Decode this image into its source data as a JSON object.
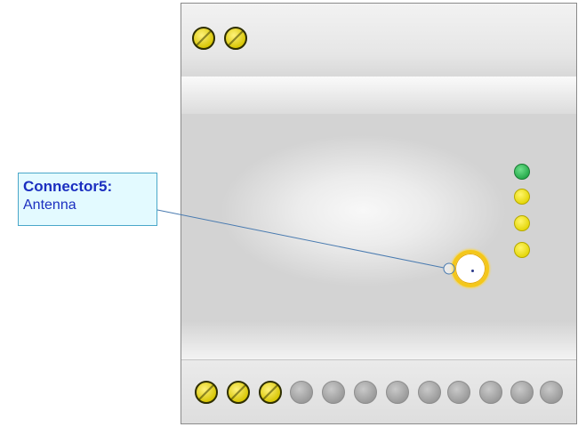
{
  "callout": {
    "title": "Connector5:",
    "text": "Antenna"
  },
  "device": {
    "top_terminals": {
      "count": 2,
      "active": 2
    },
    "bottom_terminals": {
      "count": 12,
      "active": 3
    },
    "leds": [
      "green",
      "yellow",
      "yellow",
      "yellow"
    ]
  },
  "colors": {
    "callout_border": "#4aa7c9",
    "callout_fill": "#e3faff",
    "callout_text": "#1b2fc0",
    "leader_line": "#4a7bb0",
    "terminal_active": "#e8d400",
    "terminal_inactive": "#a8a8a8",
    "led_green": "#25b04c",
    "led_yellow": "#f0e000",
    "antenna_ring": "#f4c71a"
  }
}
